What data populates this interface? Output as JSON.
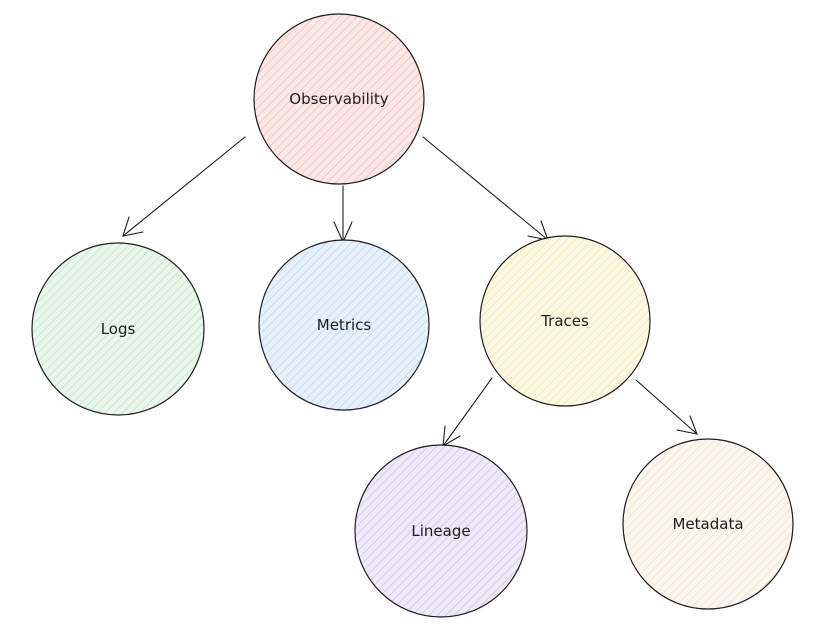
{
  "diagram": {
    "nodes": [
      {
        "id": "observability",
        "label": "Observability",
        "fill": "#fde8e8",
        "hatch": "#f3b9b9"
      },
      {
        "id": "logs",
        "label": "Logs",
        "fill": "#e9f7ec",
        "hatch": "#b7e4c2"
      },
      {
        "id": "metrics",
        "label": "Metrics",
        "fill": "#e7f1fb",
        "hatch": "#b4d3f0"
      },
      {
        "id": "traces",
        "label": "Traces",
        "fill": "#fbf8e3",
        "hatch": "#efe4a8"
      },
      {
        "id": "lineage",
        "label": "Lineage",
        "fill": "#efeaf8",
        "hatch": "#cbbde9"
      },
      {
        "id": "metadata",
        "label": "Metadata",
        "fill": "#fbf6ee",
        "hatch": "#eadcc7"
      }
    ],
    "edges": [
      {
        "from": "observability",
        "to": "logs"
      },
      {
        "from": "observability",
        "to": "metrics"
      },
      {
        "from": "observability",
        "to": "traces"
      },
      {
        "from": "traces",
        "to": "lineage"
      },
      {
        "from": "traces",
        "to": "metadata"
      }
    ]
  }
}
